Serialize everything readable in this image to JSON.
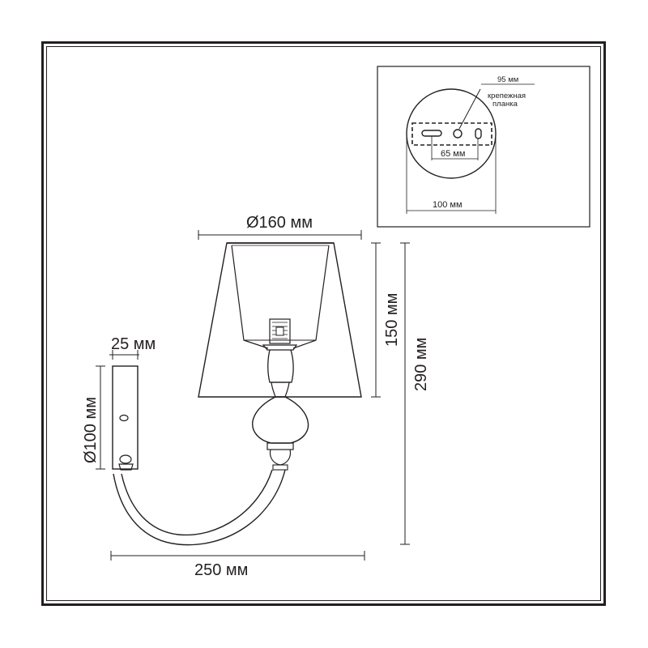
{
  "labels": {
    "shade_diameter": "Ø160 мм",
    "shade_height": "150 мм",
    "total_height": "290 мм",
    "backplate_width": "25 мм",
    "backplate_diameter": "Ø100 мм",
    "total_width": "250 мм"
  },
  "inset": {
    "top_dim": "95 мм",
    "plate_label_line1": "крепежная",
    "plate_label_line2": "планка",
    "hole_spacing": "65 мм",
    "base_diameter": "100 мм"
  },
  "colors": {
    "line": "#231f20",
    "background": "#ffffff"
  }
}
